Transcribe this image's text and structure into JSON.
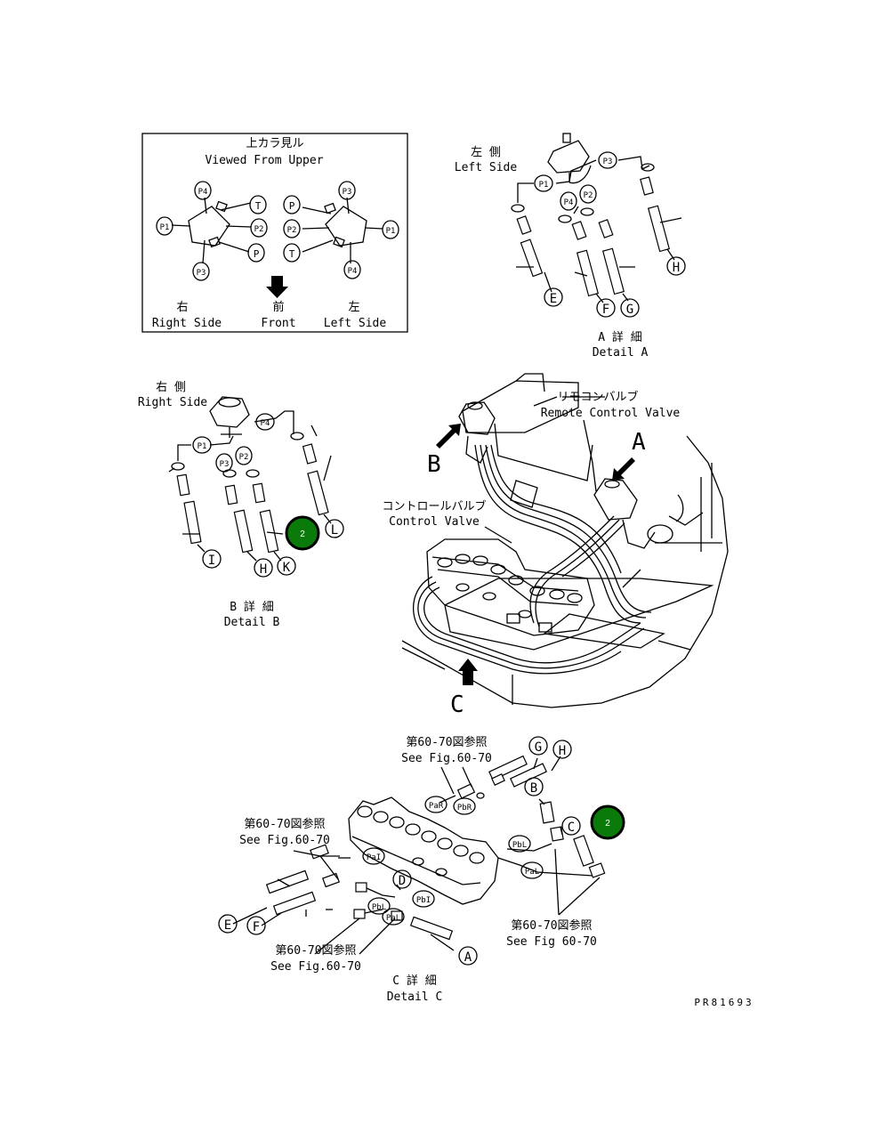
{
  "inset": {
    "title_jp": "上カラ見ル",
    "title_en": "Viewed From Upper",
    "right": {
      "jp": "右",
      "en": "Right Side"
    },
    "front": {
      "jp": "前",
      "en": "Front"
    },
    "left": {
      "jp": "左",
      "en": "Left Side"
    },
    "ports_right": [
      "P4",
      "T",
      "P1",
      "P2",
      "P",
      "P3"
    ],
    "ports_left": [
      "P3",
      "P",
      "P2",
      "P1",
      "T",
      "P4"
    ]
  },
  "detail_a": {
    "side_jp": "左 側",
    "side_en": "Left Side",
    "ports": [
      "P3",
      "P1",
      "P2",
      "P4"
    ],
    "callouts": [
      "E",
      "F",
      "G",
      "H"
    ],
    "caption_jp": "A 詳 細",
    "caption_en": "Detail A"
  },
  "detail_b": {
    "side_jp": "右 側",
    "side_en": "Right Side",
    "ports": [
      "P1",
      "P4",
      "P2",
      "P3"
    ],
    "callouts": [
      "I",
      "H",
      "K",
      "L"
    ],
    "caption_jp": "B 詳 細",
    "caption_en": "Detail B"
  },
  "main_view": {
    "remote_valve_jp": "リモコンバルブ",
    "remote_valve_en": "Remote Control Valve",
    "control_valve_jp": "コントロールバルブ",
    "control_valve_en": "Control Valve",
    "view_a": "A",
    "view_b": "B",
    "view_c": "C"
  },
  "detail_c": {
    "ref1_jp": "第60-70図参照",
    "ref1_en": "See Fig.60-70",
    "ref2_jp": "第60-70図参照",
    "ref2_en": "See Fig.60-70",
    "ref3_jp": "第60-70図参照",
    "ref3_en": "See Fig.60-70",
    "ref4_jp": "第60-70図参照",
    "ref4_en": "See Fig 60-70",
    "ports": [
      "PaR",
      "PbR",
      "PbL",
      "PaL",
      "PaI",
      "PbI",
      "PbL",
      "PaL"
    ],
    "callouts": [
      "G",
      "H",
      "B",
      "C",
      "D",
      "E",
      "F",
      "A"
    ],
    "caption_jp": "C 詳 細",
    "caption_en": "Detail C"
  },
  "markers": [
    {
      "label": "2"
    },
    {
      "label": "2"
    }
  ],
  "marker_color": "#0a7a0a",
  "drawing_number": "PR81693"
}
